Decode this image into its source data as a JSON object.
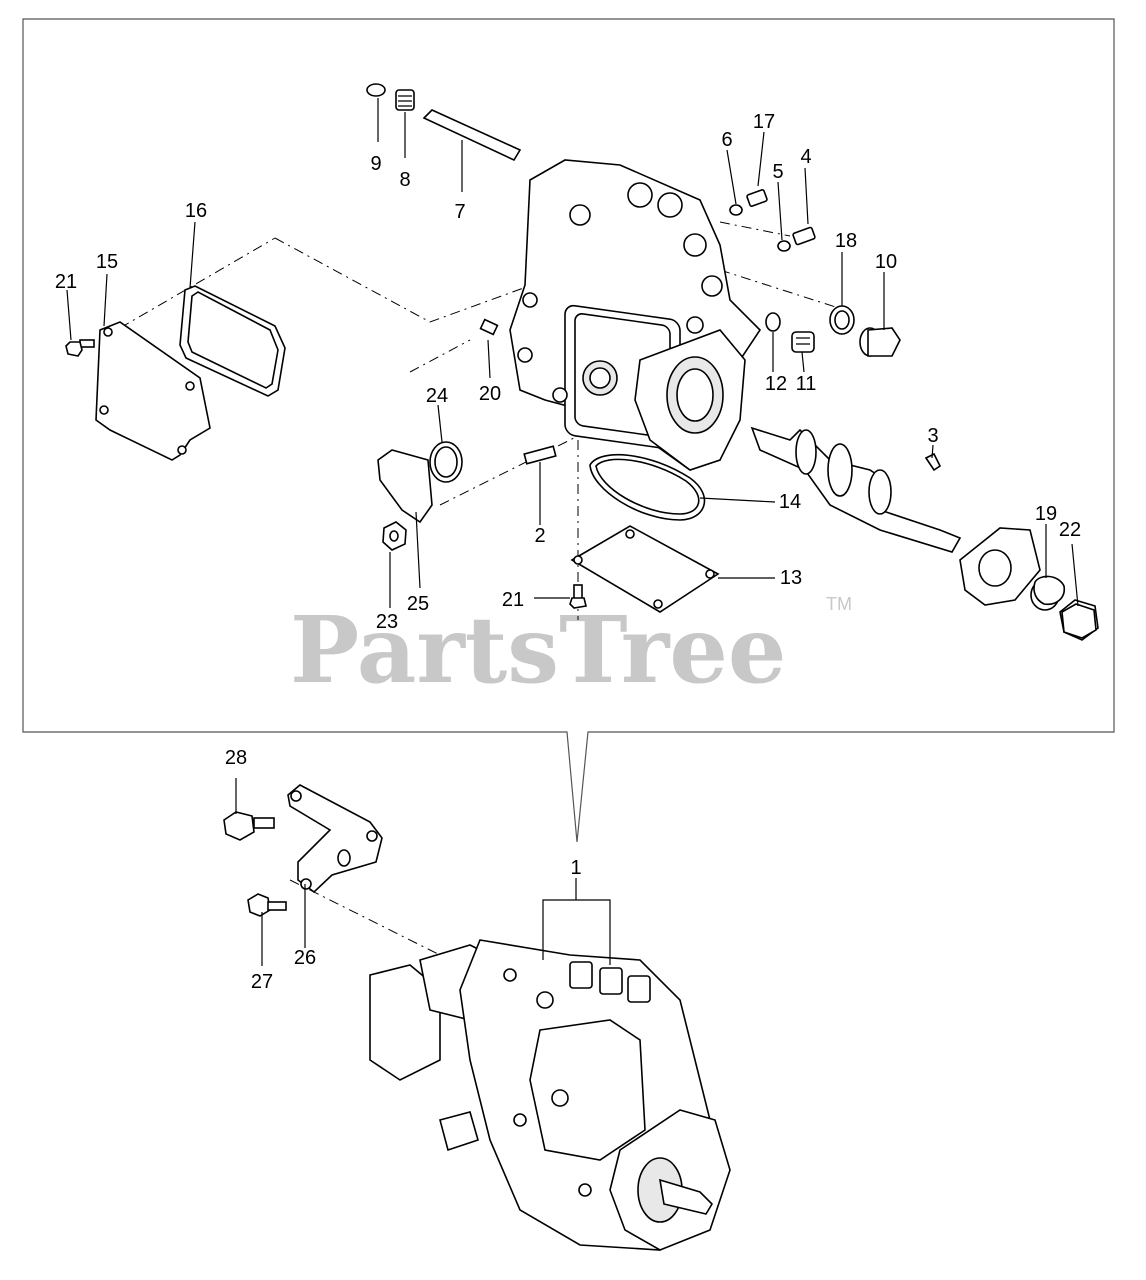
{
  "watermark": {
    "text": "PartsTree",
    "tm": "TM"
  },
  "callouts": {
    "c1": "1",
    "c2": "2",
    "c3": "3",
    "c4": "4",
    "c5": "5",
    "c6": "6",
    "c7": "7",
    "c8": "8",
    "c9": "9",
    "c10": "10",
    "c11": "11",
    "c12": "12",
    "c13": "13",
    "c14": "14",
    "c15": "15",
    "c16": "16",
    "c17": "17",
    "c18": "18",
    "c19": "19",
    "c20": "20",
    "c21a": "21",
    "c21b": "21",
    "c22": "22",
    "c23": "23",
    "c24": "24",
    "c25": "25",
    "c26": "26",
    "c27": "27",
    "c28": "28"
  }
}
